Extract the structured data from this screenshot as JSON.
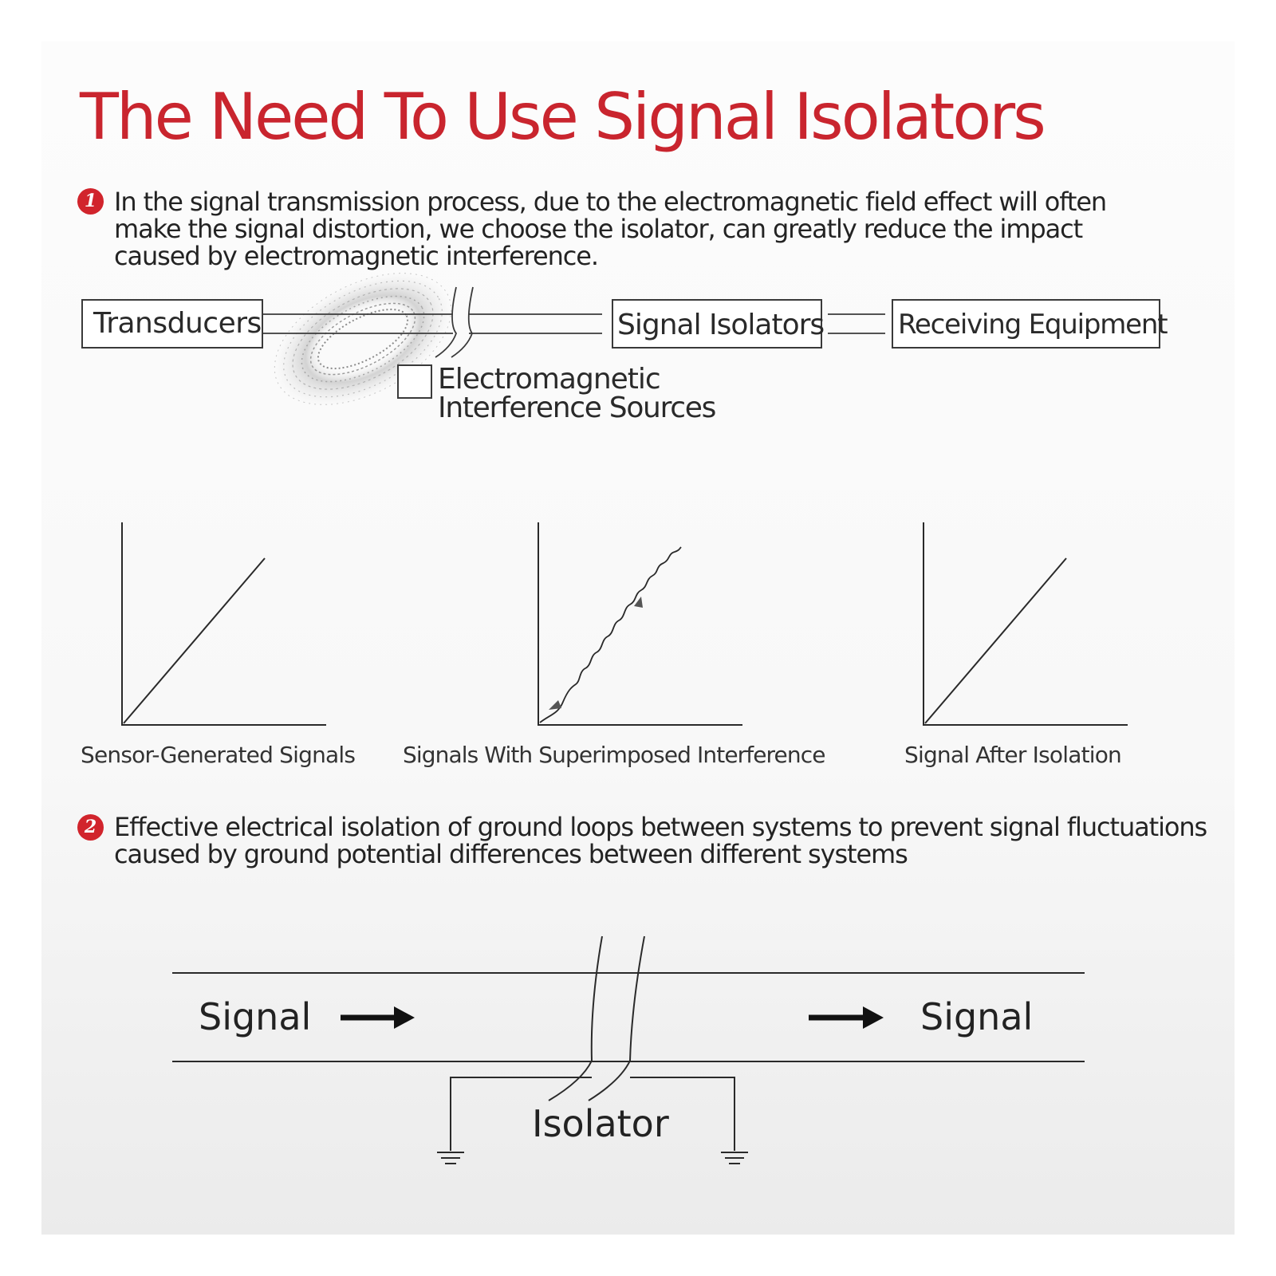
{
  "title": "The Need To Use Signal Isolators",
  "accent_color": "#c9252e",
  "points": [
    {
      "number": "1",
      "text": "In the signal transmission process, due to the electromagnetic field effect will often make the signal distortion, we choose the isolator, can greatly reduce the impact caused by electromagnetic interference."
    },
    {
      "number": "2",
      "text": "Effective electrical isolation of ground loops between systems to prevent signal fluctuations caused by ground potential differences between different systems"
    }
  ],
  "diagram1": {
    "transducers": "Transducers",
    "isolators": "Signal Isolators",
    "receiving": "Receiving Equipment",
    "interference_line1": "Electromagnetic",
    "interference_line2": "Interference Sources"
  },
  "graphs": [
    {
      "label": "Sensor-Generated Signals"
    },
    {
      "label": "Signals With Superimposed Interference"
    },
    {
      "label": "Signal After Isolation"
    }
  ],
  "diagram2": {
    "signal_in": "Signal",
    "signal_out": "Signal",
    "isolator": "Isolator"
  }
}
